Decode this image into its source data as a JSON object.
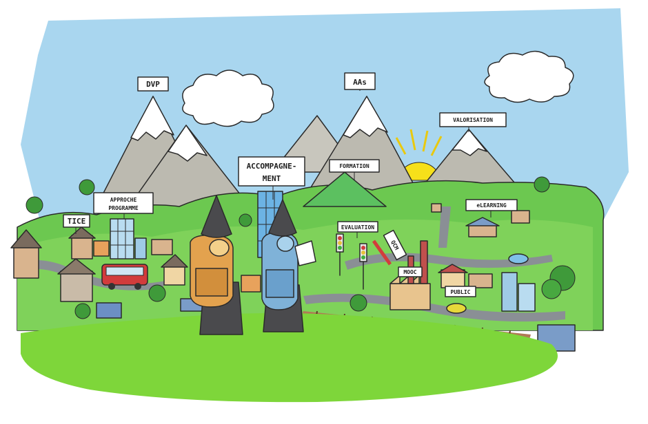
{
  "signs": {
    "dvp": "DVP",
    "aas": "AAs",
    "valorisation": "VALORISATION",
    "accompagnement_1": "ACCOMPAGNE-",
    "accompagnement_2": "MENT",
    "formation": "FORMATION",
    "approche_1": "APPROCHE",
    "approche_2": "PROGRAMME",
    "tice": "TICE",
    "elearning": "eLEARNING",
    "evaluation": "EVALUATION",
    "qcm": "QCM",
    "mooc": "MOOC",
    "public": "PUBLIC"
  },
  "colors": {
    "sky": "#a9d6ef",
    "grass_front": "#7ed63a",
    "hills": "#6cc850",
    "mountain": "#bcbab0",
    "snow": "#ffffff",
    "sun": "#f6e01a",
    "backpack_orange": "#e3a24e",
    "backpack_blue": "#7fb2d8",
    "cloak": "#4a4a4d",
    "road": "#8a8f95",
    "rail": "#8c5a3a"
  }
}
